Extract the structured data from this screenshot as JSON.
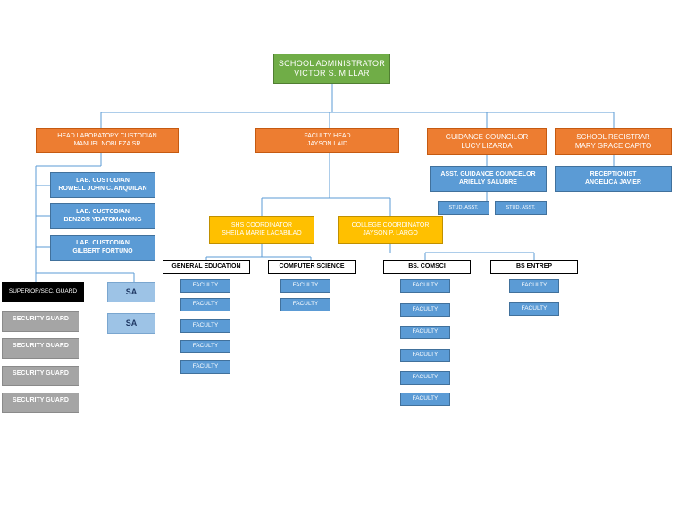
{
  "admin": {
    "title": "SCHOOL ADMINISTRATOR",
    "name": "VICTOR S. MILLAR"
  },
  "lab_head": {
    "title": "HEAD LABORATORY CUSTODIAN",
    "name": "MANUEL NOBLEZA SR"
  },
  "faculty_head": {
    "title": "FACULTY HEAD",
    "name": "JAYSON LAID"
  },
  "guidance": {
    "title": "GUIDANCE COUNCILOR",
    "name": "LUCY LIZARDA"
  },
  "registrar": {
    "title": "SCHOOL REGISTRAR",
    "name": "MARY GRACE CAPITO"
  },
  "lab_custodians": [
    {
      "title": "LAB. CUSTODIAN",
      "name": "ROWELL JOHN C. ANQUILAN"
    },
    {
      "title": "LAB. CUSTODIAN",
      "name": "BENZOR YBATOMANONG"
    },
    {
      "title": "LAB. CUSTODIAN",
      "name": "GILBERT FORTUNO"
    }
  ],
  "asst_guidance": {
    "title": "ASST. GUIDANCE COUNCELOR",
    "name": "ARIELLY SALUBRE"
  },
  "receptionist": {
    "title": "RECEPTIONIST",
    "name": "ANGELICA JAVIER"
  },
  "stud_assts": [
    "STUD. ASST.",
    "STUD. ASST."
  ],
  "shs_coord": {
    "title": "SHS COORDINATOR",
    "name": "SHEILA MARIE LACABILAO"
  },
  "college_coord": {
    "title": "COLLEGE COORDINATOR",
    "name": "JAYSON P. LARGO"
  },
  "departments": {
    "gen_ed": "GENERAL EDUCATION",
    "comp_sci": "COMPUTER SCIENCE",
    "bs_comsci": "BS. COMSCI",
    "bs_entrep": "BS ENTREP"
  },
  "faculty_label": "FACULTY",
  "security": {
    "superior": "SUPERIOR/SEC. GUARD",
    "guards": [
      "SECURITY GUARD",
      "SECURITY GUARD",
      "SECURITY GUARD",
      "SECURITY GUARD"
    ]
  },
  "sa": [
    "SA",
    "SA"
  ],
  "colors": {
    "green": "#70ad47",
    "orange": "#ed7d31",
    "blue": "#5b9bd5",
    "yellow": "#ffc000",
    "gray": "#a5a5a5",
    "light_blue": "#9dc3e6",
    "line": "#5b9bd5"
  }
}
